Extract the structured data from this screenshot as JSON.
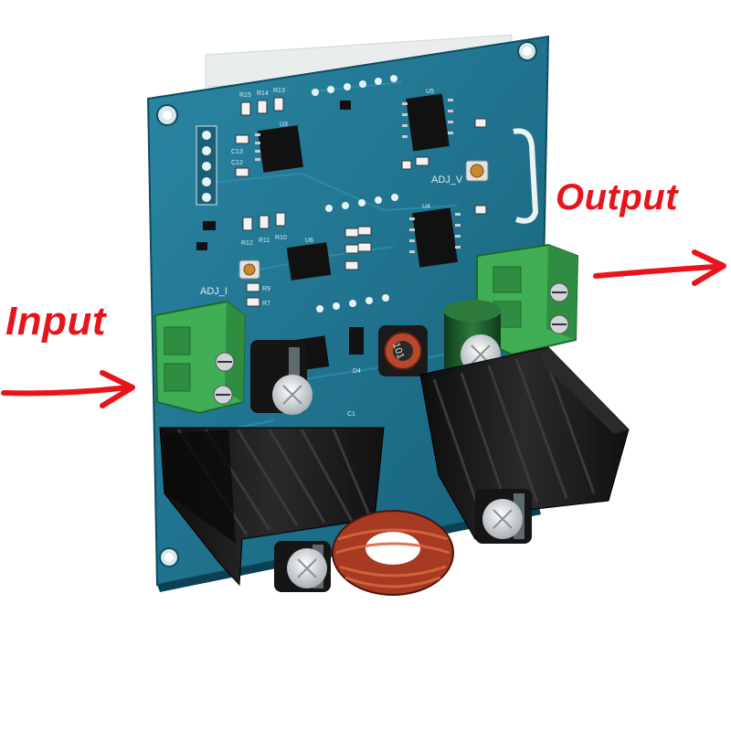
{
  "labels": {
    "output": "Output",
    "input": "Input"
  },
  "silkscreen": {
    "adj_v": "ADJ_V",
    "adj_i": "ADJ_I",
    "inductor_code": "101",
    "refs": [
      "R15",
      "R14",
      "R13",
      "U3",
      "U5",
      "C13",
      "C12",
      "R12",
      "R11",
      "R10",
      "U4",
      "U6",
      "R9",
      "R7",
      "D4",
      "C1"
    ]
  },
  "colors": {
    "pcb": "#1f6f8b",
    "pcb_dark": "#165a72",
    "terminal": "#3fae54",
    "heatsink": "#1a1a1a",
    "callout": "#e8141c",
    "copper": "#b8482a"
  }
}
